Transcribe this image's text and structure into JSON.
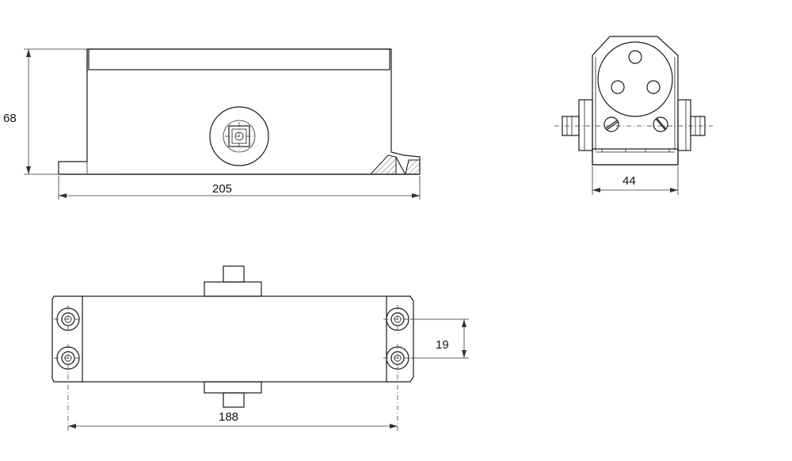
{
  "dimensions": {
    "height": "68",
    "length": "205",
    "width": "44",
    "hole_spacing_vertical": "19",
    "hole_spacing_horizontal": "188"
  }
}
